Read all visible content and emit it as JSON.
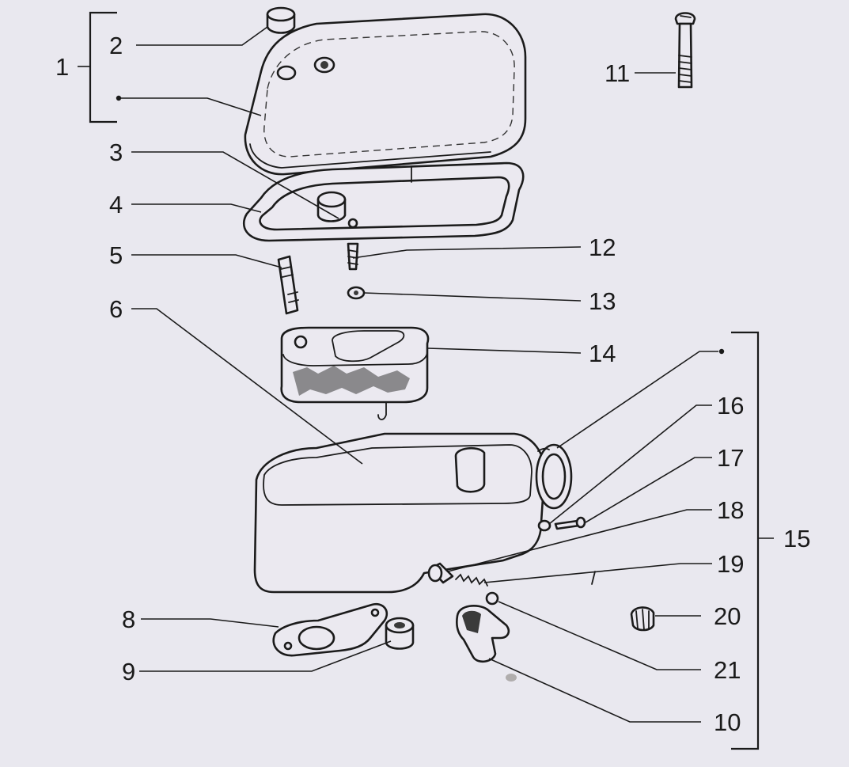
{
  "callouts": [
    {
      "id": "1",
      "label": "1"
    },
    {
      "id": "2",
      "label": "2"
    },
    {
      "id": "3",
      "label": "3"
    },
    {
      "id": "4",
      "label": "4"
    },
    {
      "id": "5",
      "label": "5"
    },
    {
      "id": "6",
      "label": "6"
    },
    {
      "id": "8",
      "label": "8"
    },
    {
      "id": "9",
      "label": "9"
    },
    {
      "id": "10",
      "label": "10"
    },
    {
      "id": "11",
      "label": "11"
    },
    {
      "id": "12",
      "label": "12"
    },
    {
      "id": "13",
      "label": "13"
    },
    {
      "id": "14",
      "label": "14"
    },
    {
      "id": "15",
      "label": "15"
    },
    {
      "id": "16",
      "label": "16"
    },
    {
      "id": "17",
      "label": "17"
    },
    {
      "id": "18",
      "label": "18"
    },
    {
      "id": "19",
      "label": "19"
    },
    {
      "id": "20",
      "label": "20"
    },
    {
      "id": "21",
      "label": "21"
    }
  ]
}
